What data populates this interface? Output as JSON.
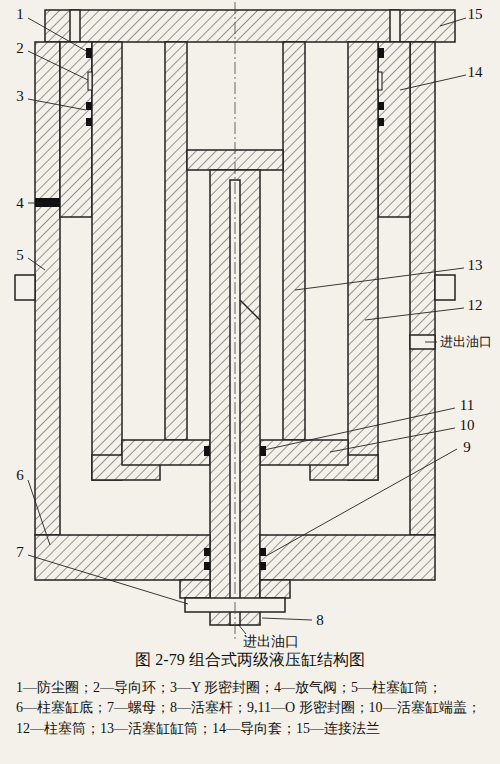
{
  "diagram": {
    "caption": "图 2-79 组合式两级液压缸结构图",
    "labels": [
      "1",
      "15",
      "2",
      "14",
      "3",
      "4",
      "13",
      "12",
      "进出油口",
      "5",
      "11",
      "10",
      "9",
      "6",
      "7",
      "8",
      "进出油口",
      "1—防尘圈；",
      "2—导向环；",
      "3—Y 形密封圈；",
      "4—放气阀；",
      "5—柱塞缸筒；",
      "6—柱塞缸底；",
      "7—螺母；",
      "8—活塞杆；",
      "9,11—O 形密封圈；",
      "10—活塞缸端盖；",
      "12—柱塞筒；",
      "13—活塞缸缸筒；",
      "14—导向套；",
      "15—连接法兰"
    ]
  }
}
